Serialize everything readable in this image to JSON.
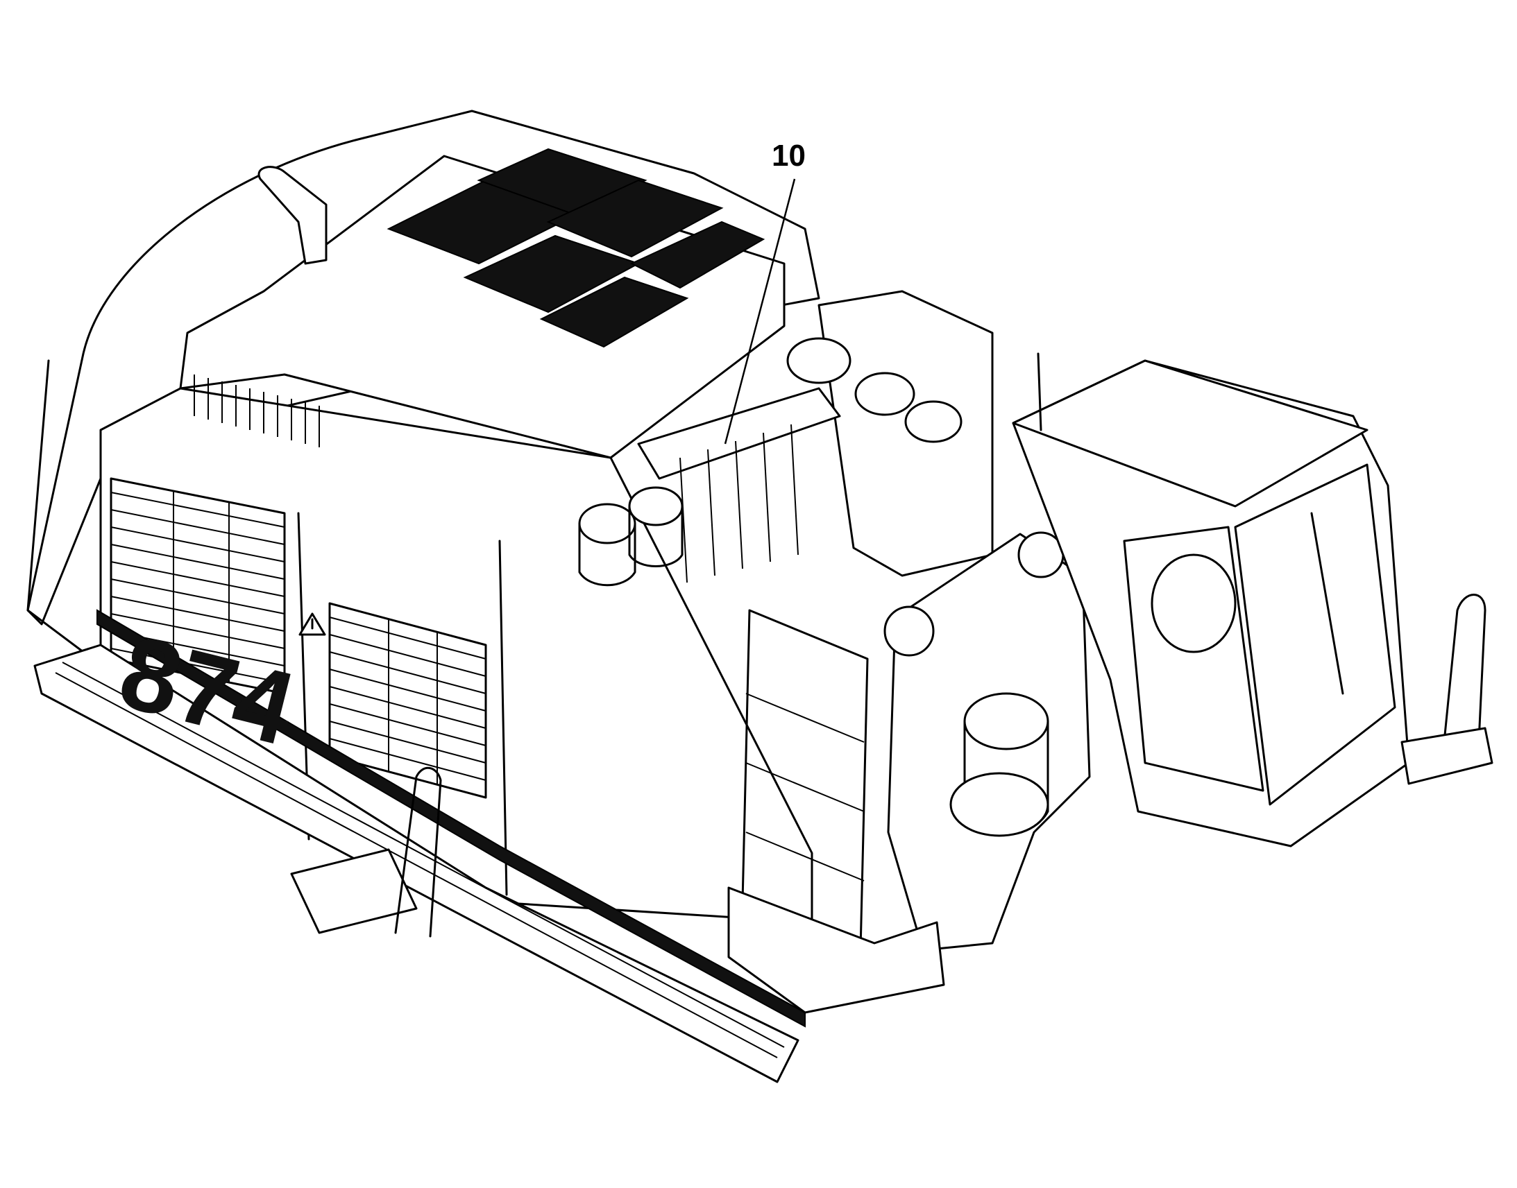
{
  "diagram": {
    "callouts": [
      {
        "label": "10",
        "target": "hydraulic-valve-block"
      }
    ],
    "model_marking": "874",
    "colors": {
      "line": "#000000",
      "background": "#ffffff"
    },
    "icons": [
      "warning-triangle-icon"
    ]
  }
}
